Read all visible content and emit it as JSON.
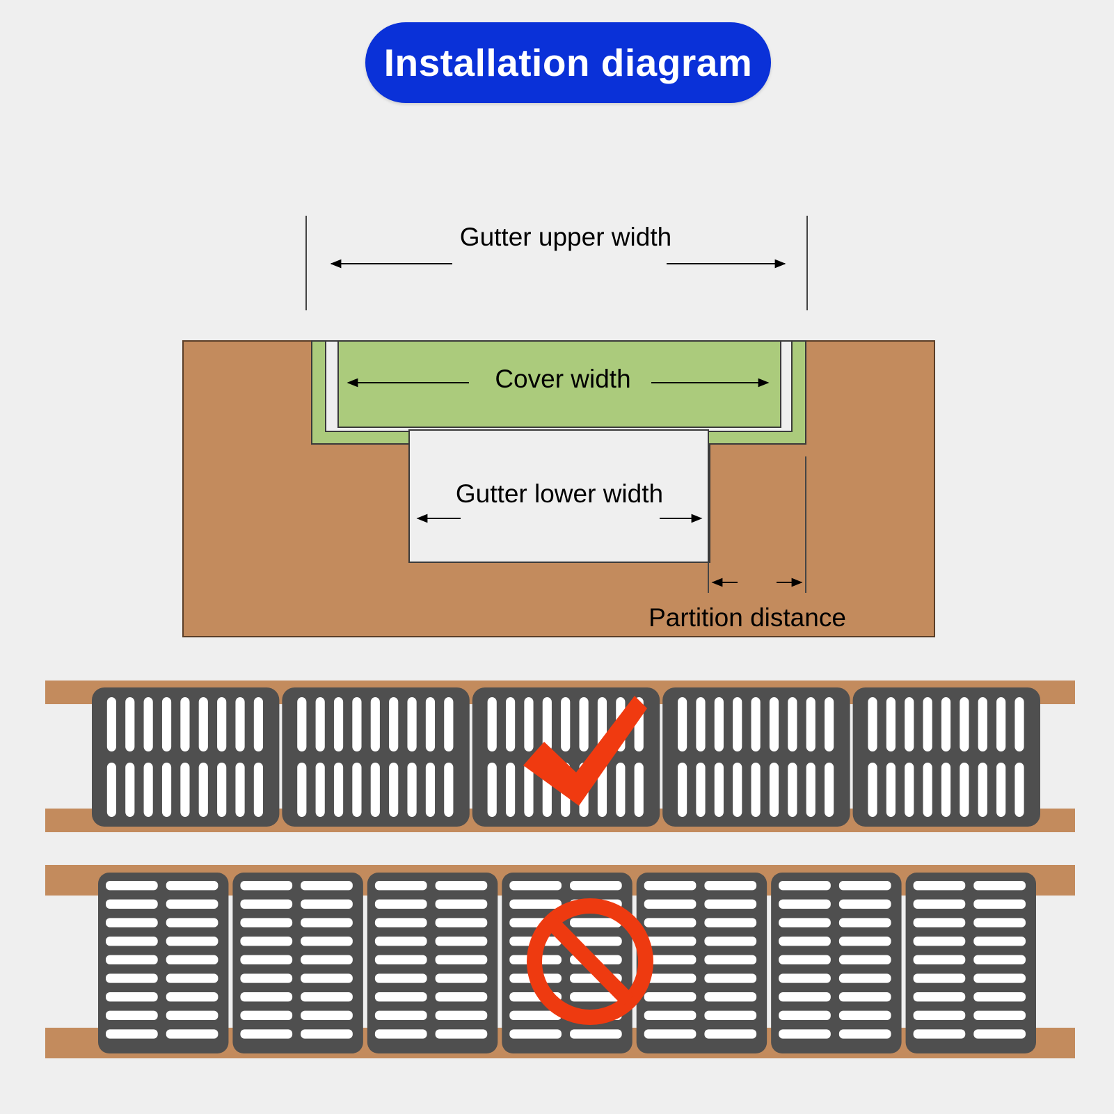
{
  "title": "Installation diagram",
  "labels": {
    "upper_width": "Gutter upper width",
    "cover_width": "Cover width",
    "lower_width": "Gutter lower width",
    "partition": "Partition distance"
  },
  "correct_example": {
    "cover_count": 5,
    "slot_rows": 2,
    "slots_per_row_per_cover": 9,
    "orientation": "vertical-slots",
    "mark": "check-mark-icon"
  },
  "wrong_example": {
    "cover_count": 7,
    "slot_columns": 2,
    "slots_per_column_per_cover": 9,
    "orientation": "horizontal-slots",
    "mark": "prohibited-icon"
  },
  "colors": {
    "title_bg": "#0a31d8",
    "soil": "#c38b5d",
    "cover_green": "#abcb7c",
    "grate": "#4f4f4f",
    "check_red": "#f03a10",
    "prohibit_red": "#ee3a10",
    "background": "#efefef"
  }
}
